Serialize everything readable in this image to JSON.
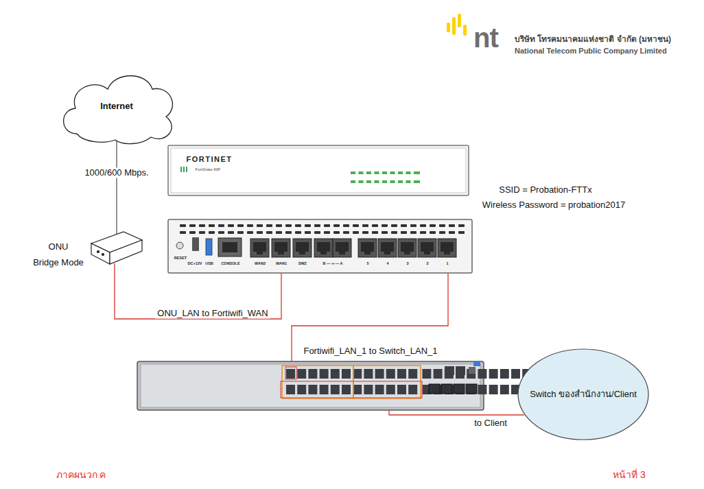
{
  "diagram": {
    "nodes": [
      {
        "text": [
          "Internet"
        ]
      },
      {
        "text": [
          "ONU",
          "Bridge Mode"
        ]
      },
      {
        "text": [
          "FORTINET",
          "FortiGate 60F"
        ]
      },
      {
        "text": [
          "RESET",
          "DC+12V",
          "USB",
          "CONSOLE",
          "WAN2",
          "WAN1",
          "DMZ",
          "B — ∞ — A",
          "5",
          "4",
          "3",
          "2",
          "1"
        ]
      },
      {
        "text": []
      },
      {
        "text": [
          "Switch ของสำนักงาน/Client"
        ]
      }
    ],
    "edges": [
      {
        "from": 0,
        "to": 1,
        "arrow": "none",
        "label": "1000/600 Mbps."
      },
      {
        "from": 1,
        "to": 3,
        "arrow": "none",
        "label": "ONU_LAN to Fortiwifi_WAN"
      },
      {
        "from": 3,
        "to": 4,
        "arrow": "none",
        "label": "Fortiwifi_LAN_1 to Switch_LAN_1"
      },
      {
        "from": 4,
        "to": 5,
        "arrow": "none",
        "label": "to Client"
      }
    ],
    "labels": [
      "nt",
      "บริษัท โทรคมนาคมแห่งชาติ จำกัด (มหาชน)",
      "National Telecom Public Company Limited",
      "SSID = Probation-FTTx",
      "Wireless Password = probation2017",
      "ภาคผนวก ค",
      "หน้าที่ 3"
    ]
  }
}
